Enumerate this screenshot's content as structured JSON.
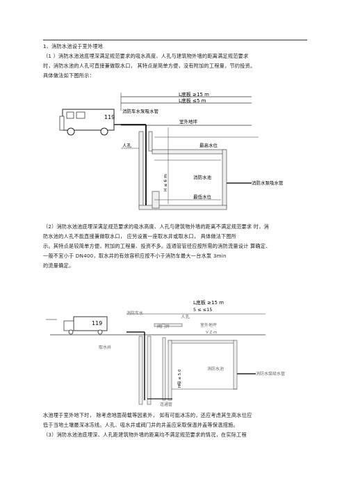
{
  "section": {
    "heading": "1、消防水池设于室外埋地",
    "p1": [
      "（1 ）消防水池池底埋深满足规范要求的吸水高度、人孔与建筑物外墙的距离满足规范要求",
      "时，消防水池的人孔可直接兼做取水口，      其特点是简单方便，没有附加的工程量，节约投资。",
      "具体做法如下图所示："
    ],
    "p2": [
      "（2）消防水池池底埋深满足规范要求的吸水高度、人孔与建筑物外墙的距离不满足规范要求  时，消",
      "防水池的人孔不能直接兼做取水口，                应另设置一座取水井或取水口，        具体做法下图所",
      "示。其特点是较简单方便，附加的工程量、投资不多。连通管管径应按所需的消防流量设计  算确定、",
      "一般不宜小于                    DN400，取水井的有效容积应按不小于消防车最大一台水泵                    3min",
      "的流量确定。"
    ],
    "p3": [
      "水池埋于室外地下时，     除考虑地面荷载等因素外，     如有可能冰冻的，还应考虑其生高水位应",
      "低于当地土壤最深冰冻线。人孔、吸水井或阀门井的井盖应采取保温并盖等保温措施。",
      "（3）消防水池池底埋深、人孔距建筑物外墙的距离均不满足规范要求的情况，在实际工程"
    ]
  },
  "figure1": {
    "labels": {
      "l_dim1": "L底板 ≥15 m",
      "l_dim2": "L底板 ≤5 m",
      "truck_num": "119",
      "truck_label": "消防车水泵吸水管",
      "ground": "室外地坪",
      "manhole": "人孔",
      "max_level": "最高水位",
      "tank": "消防水池",
      "pipe": "消防水泵吸水管",
      "min_level": "最低水位",
      "depth": "H ≤ 6 m"
    }
  },
  "figure2": {
    "labels": {
      "l_dim1": "L底板 ≥15 m",
      "l_dim2": "5 ≤ ≤15",
      "truck_num": "119",
      "truck_label": "消防车水",
      "valve_well": "阀门井",
      "manhole": "人孔",
      "ground": "室外地坪",
      "ground_sub": "V Z m",
      "suction_well": "取水井",
      "tank": "消防水池",
      "pipe": "消防水泵吸水管",
      "conn_pipe": "连通管",
      "depth": "H吸 ≤ 5.0"
    }
  }
}
